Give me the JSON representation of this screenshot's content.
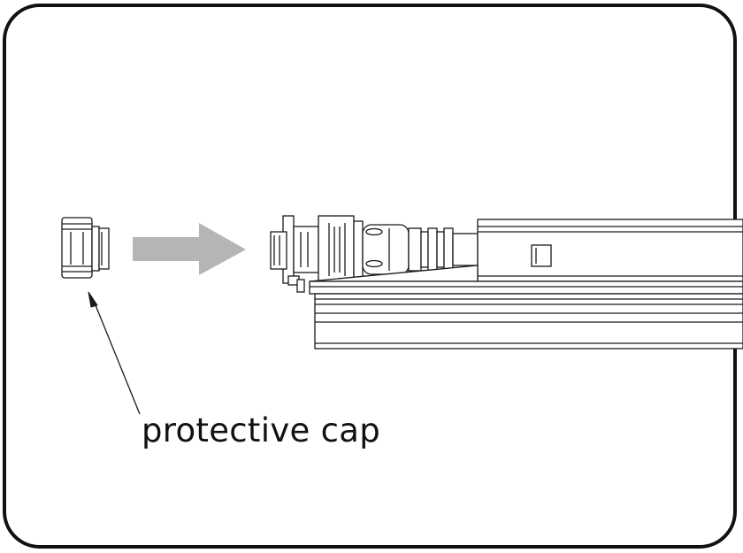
{
  "diagram": {
    "callout_label": "protective cap",
    "colors": {
      "line": "#1a1a1a",
      "arrow_fill": "#b5b5b5",
      "background": "#ffffff",
      "frame": "#111111"
    },
    "icons": [
      "direction-arrow",
      "protective-cap",
      "connector",
      "device-housing"
    ]
  }
}
